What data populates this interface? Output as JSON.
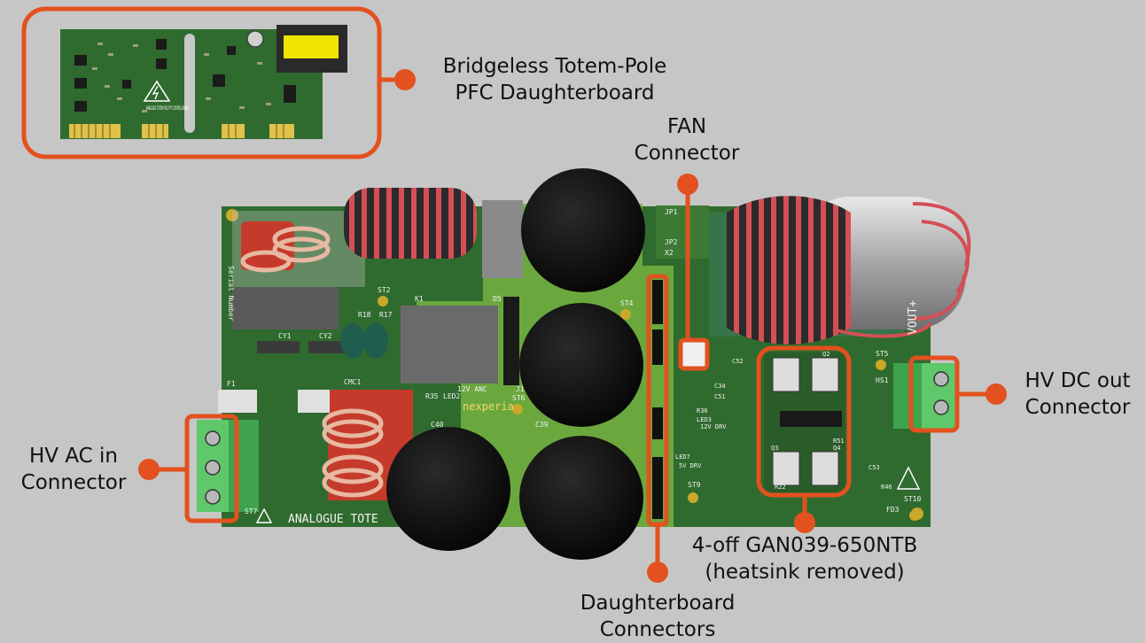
{
  "callouts": {
    "daughterboard": {
      "line1": "Bridgeless Totem-Pole",
      "line2": "PFC Daughterboard"
    },
    "fan": {
      "line1": "FAN",
      "line2": "Connector"
    },
    "dc_out": {
      "line1": "HV DC out",
      "line2": "Connector"
    },
    "ac_in": {
      "line1": "HV AC in",
      "line2": "Connector"
    },
    "gan": {
      "line1": "4-off GAN039-650NTB",
      "line2": "(heatsink removed)"
    },
    "db_connectors": {
      "line1": "Daughterboard",
      "line2": "Connectors"
    }
  },
  "board_silkscreen": {
    "brand": "nexperia",
    "board_title_partial": "ANALOGUE TOTE",
    "daughterboard_title": "ANALOGUE TOTEM-POLE PFC CONTROL BOARD",
    "serial_label": "Serial Number",
    "vout_label": "VOUT+",
    "refdes": [
      "ST2",
      "ST4",
      "ST5",
      "ST6",
      "ST7",
      "ST9",
      "ST10",
      "K1",
      "R18",
      "R17",
      "CY1",
      "CY2",
      "CMC1",
      "F1",
      "C40",
      "C39",
      "D5",
      "J1",
      "JP1",
      "JP2",
      "X2",
      "HS1",
      "FD3",
      "R35",
      "LED2",
      "12V ANC",
      "12V DRV",
      "5V DRV",
      "R36",
      "LED3",
      "LED7",
      "C51",
      "C34",
      "C52",
      "R22",
      "R51",
      "Q2",
      "Q3",
      "Q4",
      "R46",
      "C53"
    ]
  },
  "colors": {
    "callout_accent": "#e2511f",
    "background": "#c6c6c6",
    "pcb_green": "#2f6b2e",
    "pcb_light_green": "#74b341",
    "capacitor_black": "#111111",
    "inductor_copper": "#cc4b4b",
    "terminal_green": "#5ec86a",
    "relay_red": "#c63a2b"
  }
}
